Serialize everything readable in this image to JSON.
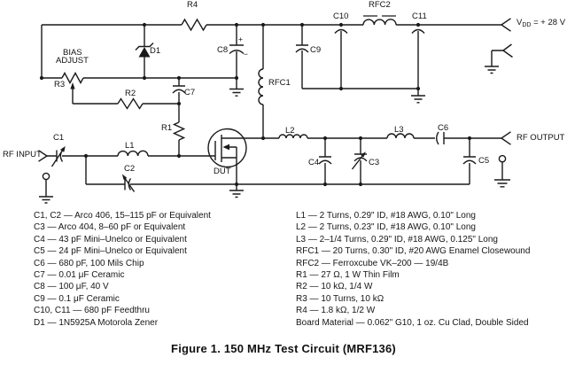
{
  "figure": {
    "caption": "Figure 1. 150 MHz Test Circuit (MRF136)"
  },
  "schematic": {
    "labels": {
      "r4": "R4",
      "bias_line1": "BIAS",
      "bias_line2": "ADJUST",
      "r3": "R3",
      "d1": "D1",
      "c8": "C8",
      "c8_plus": "+",
      "c8_minus": "−",
      "c7": "C7",
      "r2": "R2",
      "r1": "R1",
      "rfc1": "RFC1",
      "c9": "C9",
      "c10": "C10",
      "rfc2": "RFC2",
      "c11": "C11",
      "vdd_v": "V",
      "vdd_sub": "DD",
      "vdd_rest": " = + 28 V",
      "rf_input": "RF INPUT",
      "c1": "C1",
      "l1": "L1",
      "c2": "C2",
      "dut": "DUT",
      "l2": "L2",
      "c4": "C4",
      "c3": "C3",
      "l3": "L3",
      "c6": "C6",
      "c5": "C5",
      "rf_output": "RF OUTPUT"
    },
    "line_color": "#1a1a1a"
  },
  "parts_list": {
    "left": [
      "C1, C2 — Arco 406, 15–115 pF or Equivalent",
      "C3 — Arco 404, 8–60 pF or Equivalent",
      "C4 — 43 pF Mini–Unelco or Equivalent",
      "C5 — 24 pF Mini–Unelco or Equivalent",
      "C6 — 680 pF, 100 Mils Chip",
      "C7 — 0.01 μF Ceramic",
      "C8 — 100 μF, 40 V",
      "C9 — 0.1 μF Ceramic",
      "C10, C11 — 680 pF Feedthru",
      "D1 — 1N5925A Motorola Zener"
    ],
    "right": [
      "L1 — 2 Turns, 0.29\" ID, #18 AWG, 0.10\" Long",
      "L2 — 2 Turns, 0.23\" ID, #18 AWG, 0.10\" Long",
      "L3 — 2–1/4 Turns, 0.29\" ID, #18 AWG, 0.125\" Long",
      "RFC1 — 20 Turns, 0.30\" ID, #20 AWG Enamel Closewound",
      "RFC2 — Ferroxcube VK–200 — 19/4B",
      "R1 — 27 Ω, 1 W Thin Film",
      "R2 — 10 kΩ, 1/4 W",
      "R3 — 10 Turns, 10 kΩ",
      "R4 — 1.8 kΩ, 1/2 W",
      "Board Material — 0.062\" G10, 1 oz. Cu Clad, Double Sided"
    ]
  }
}
